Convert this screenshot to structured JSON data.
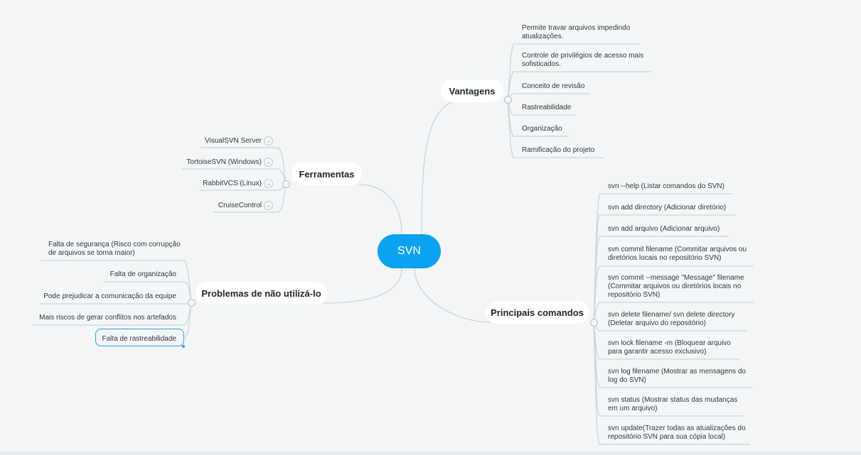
{
  "root": {
    "label": "SVN"
  },
  "branches": {
    "vantagens": {
      "label": "Vantagens",
      "items": [
        "Permite travar arquivos impedindo atualizações.",
        "Controle de privilégios de acesso mais sofisticados.",
        "Conceito de revisão",
        "Rastreabilidade",
        "Organização",
        "Ramificação do projeto"
      ]
    },
    "ferramentas": {
      "label": "Ferramentas",
      "items": [
        "VisualSVN Server",
        "TortoiseSVN (Windows)",
        "RabbitVCS (Linux)",
        "CruiseControl"
      ]
    },
    "problemas": {
      "label": "Problemas de não utilizá-lo",
      "items": [
        "Falta de segurança (Risco com corrupção de arquivos se torna maior)",
        "Falta de organização",
        "Pode prejudicar a comunicação da equipe",
        "Mais riscos de gerar conflitos nos artefados",
        "Falta de rastreabilidade"
      ]
    },
    "comandos": {
      "label": "Principais comandos",
      "items": [
        "svn --help (Listar comandos do SVN)",
        "svn add directory (Adicionar diretório)",
        "svn add arquivo (Adicionar arquivo)",
        "svn commit filename (Commitar arquivos ou diretórios locais no repositório SVN)",
        "svn commit --message \"Message\" filename (Commitar arquivos ou diretórios locais no repositório SVN)",
        "svn delete filename/ svn delete directory (Deletar arquivo do repositório)",
        "svn lock filename -m (Bloquear arquivo para garantir acesso exclusivo)",
        "svn log filename (Mostrar as mensagens do log do SVN)",
        "svn status (Mostrar status das mudanças em um arquivo)",
        "svn update(Trazer todas as atualizações do repositório SVN para sua cópia local)"
      ]
    }
  },
  "colors": {
    "root": "#0ba2ef",
    "link": "#cfd5d9",
    "selection": "#2a9ff1",
    "background": "#f4f6f7"
  }
}
